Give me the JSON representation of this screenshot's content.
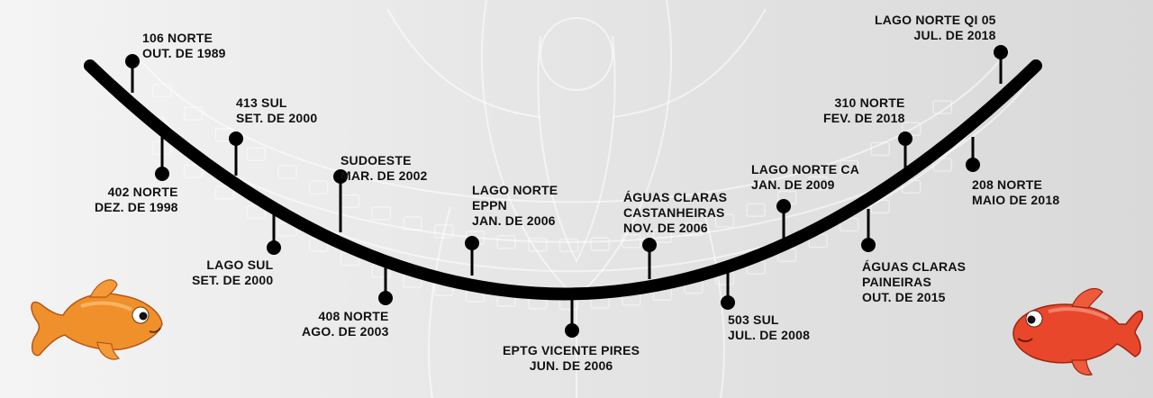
{
  "colors": {
    "timeline": "#000000",
    "text": "#111111",
    "background": "#e6e6e6",
    "watermark": "#ffffff",
    "goldfish_body": "#f0902a",
    "red_fish_body": "#e8472c"
  },
  "icons": {
    "left_decoration": "goldfish-icon",
    "right_decoration": "red-fish-icon",
    "background": "city-map-watermark"
  },
  "milestones": [
    {
      "lines": [
        "106 NORTE",
        "OUT. DE 1989"
      ]
    },
    {
      "lines": [
        "402  NORTE",
        "DEZ. DE 1998"
      ]
    },
    {
      "lines": [
        "413 SUL",
        "SET. DE 2000"
      ]
    },
    {
      "lines": [
        "LAGO SUL",
        "SET. DE 2000"
      ]
    },
    {
      "lines": [
        "SUDOESTE",
        "MAR. DE 2002"
      ]
    },
    {
      "lines": [
        "408 NORTE",
        "AGO. DE 2003"
      ]
    },
    {
      "lines": [
        "LAGO NORTE",
        "EPPN",
        "JAN. DE 2006"
      ]
    },
    {
      "lines": [
        "EPTG VICENTE PIRES",
        "JUN. DE 2006"
      ]
    },
    {
      "lines": [
        "ÁGUAS CLARAS",
        "CASTANHEIRAS",
        "NOV. DE 2006"
      ]
    },
    {
      "lines": [
        "503 SUL",
        "JUL. DE 2008"
      ]
    },
    {
      "lines": [
        "LAGO NORTE CA",
        "JAN. DE 2009"
      ]
    },
    {
      "lines": [
        "ÁGUAS CLARAS",
        "PAINEIRAS",
        "OUT. DE 2015"
      ]
    },
    {
      "lines": [
        "310 NORTE",
        "FEV. DE 2018"
      ]
    },
    {
      "lines": [
        "208 NORTE",
        "MAIO DE 2018"
      ]
    },
    {
      "lines": [
        "LAGO NORTE QI 05",
        "JUL. DE 2018"
      ]
    }
  ]
}
